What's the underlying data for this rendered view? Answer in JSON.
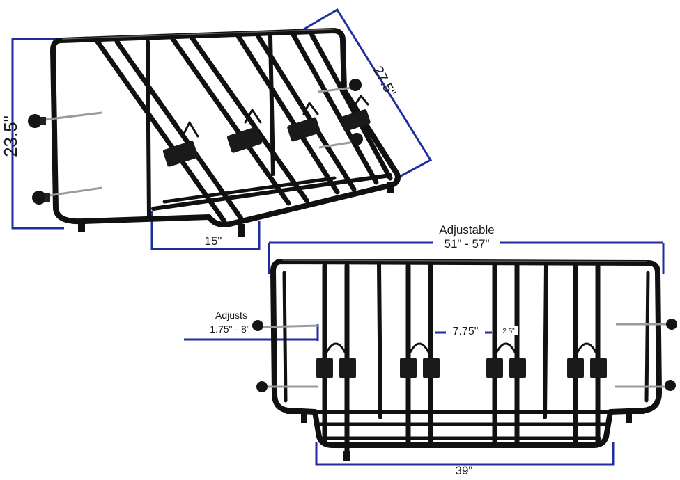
{
  "side_view": {
    "height_label": "23.5\"",
    "diagonal_label": "27.5\"",
    "depth_label": "15\""
  },
  "front_view": {
    "adjustable_label": "Adjustable",
    "width_range_label": "51\" - 57\"",
    "adjusts_label": "Adjusts",
    "adjusts_range_label": "1.75\" - 8\"",
    "spacing_label": "7.75\"",
    "small_spacing_label": "2.5\"",
    "base_width_label": "39\""
  },
  "colors": {
    "dimension_line": "#1f2d9e",
    "frame": "#111111",
    "rod": "#9a9a9a"
  }
}
